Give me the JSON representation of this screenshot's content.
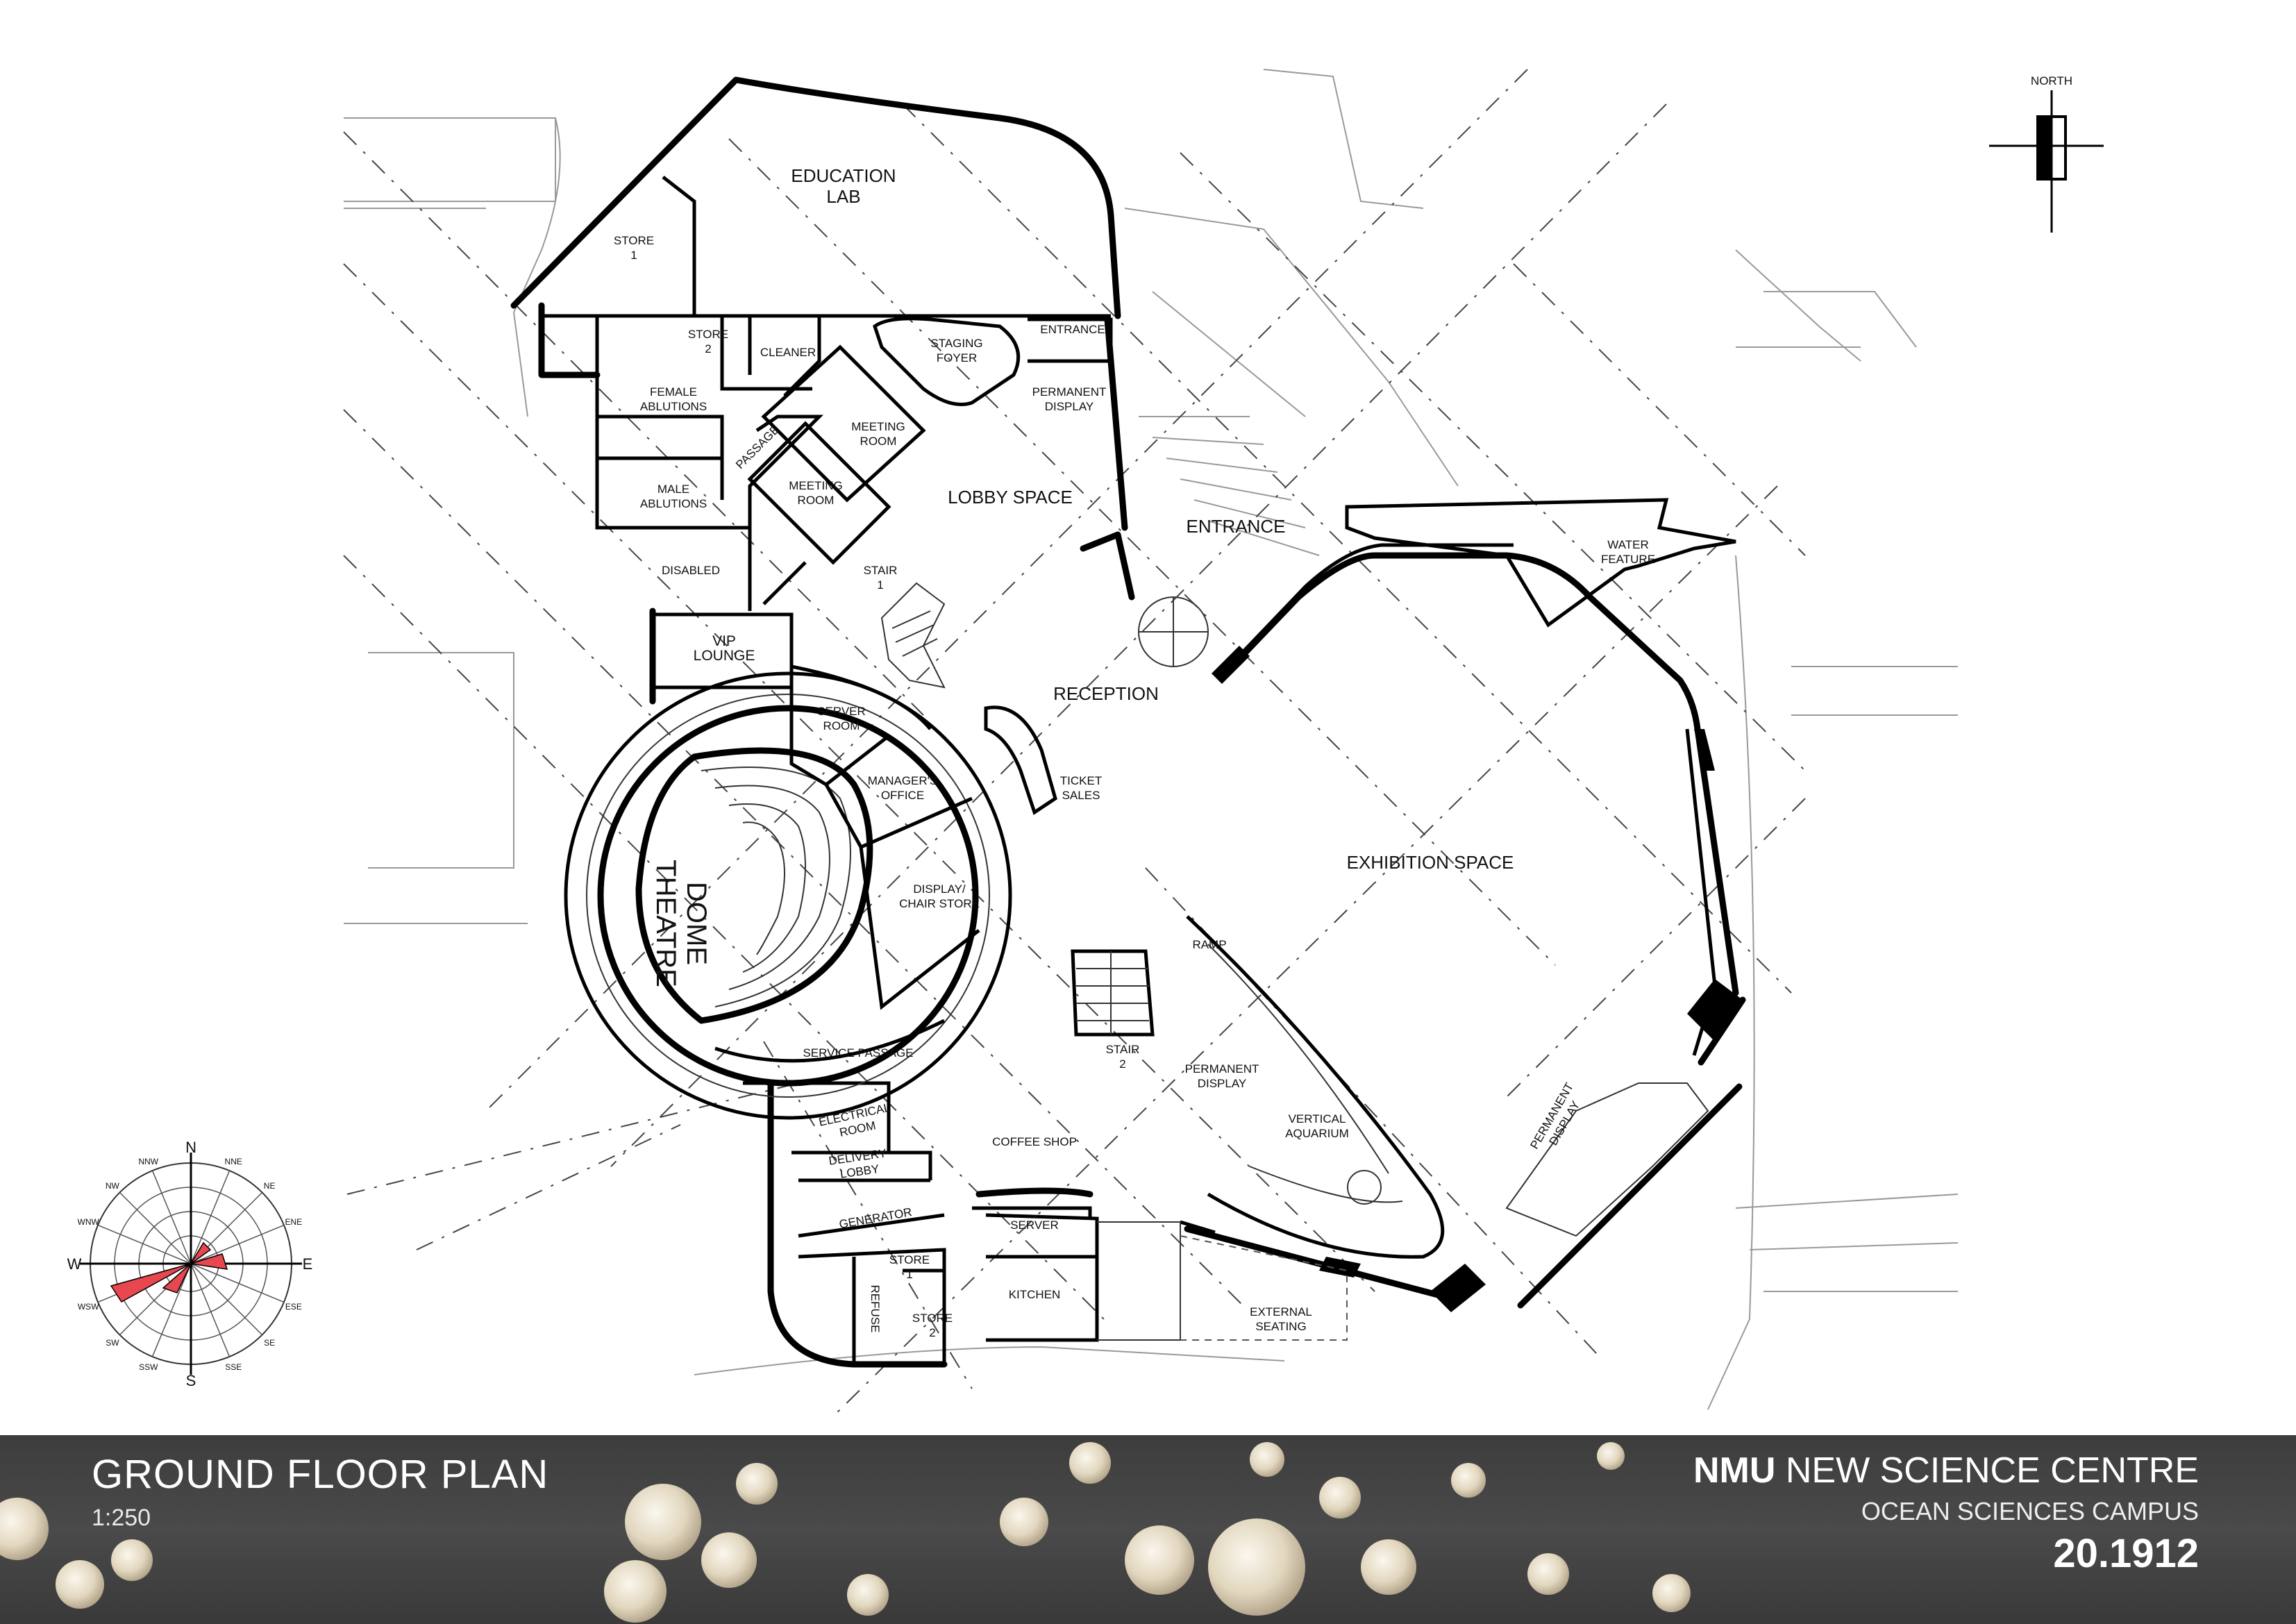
{
  "north_label": "NORTH",
  "rooms": {
    "education_lab": [
      "EDUCATION",
      "LAB"
    ],
    "store_1": [
      "STORE",
      "1"
    ],
    "store_2": [
      "STORE",
      "2"
    ],
    "cleaner": "CLEANER",
    "staging_foyer": [
      "STAGING",
      "FOYER"
    ],
    "entrance_small": "ENTRANCE",
    "permanent_display_top": [
      "PERMANENT",
      "DISPLAY"
    ],
    "female_ablutions": [
      "FEMALE",
      "ABLUTIONS"
    ],
    "male_ablutions": [
      "MALE",
      "ABLUTIONS"
    ],
    "passage": "PASSAGE",
    "meeting_room_1": [
      "MEETING",
      "ROOM"
    ],
    "meeting_room_2": [
      "MEETING",
      "ROOM"
    ],
    "lobby_space": "LOBBY SPACE",
    "entrance_main": "ENTRANCE",
    "water_feature": [
      "WATER",
      "FEATURE"
    ],
    "disabled": "DISABLED",
    "stair_1": [
      "STAIR",
      "1"
    ],
    "vip_lounge": [
      "VIP",
      "LOUNGE"
    ],
    "reception": "RECEPTION",
    "server_room": [
      "SERVER",
      "ROOM"
    ],
    "managers_office": [
      "MANAGER'S",
      "OFFICE"
    ],
    "ticket_sales": [
      "TICKET",
      "SALES"
    ],
    "display_chair_store": [
      "DISPLAY/",
      "CHAIR STORE"
    ],
    "dome_theatre": [
      "DOME",
      "THEATRE"
    ],
    "exhibition_space": "EXHIBITION SPACE",
    "ramp": "RAMP",
    "stair_2": [
      "STAIR",
      "2"
    ],
    "permanent_display_mid": [
      "PERMANENT",
      "DISPLAY"
    ],
    "vertical_aquarium": [
      "VERTICAL",
      "AQUARIUM"
    ],
    "permanent_display_right": [
      "PERMANENT",
      "DISPLAY"
    ],
    "service_passage": "SERVICE PASSAGE",
    "electrical_room": [
      "ELECTRICAL",
      "ROOM"
    ],
    "delivery_lobby": [
      "DELIVERY",
      "LOBBY"
    ],
    "coffee_shop": "COFFEE SHOP",
    "generator": "GENERATOR",
    "server_kitchen": "SERVER",
    "store_1_lower": [
      "STORE",
      "1"
    ],
    "store_2_lower": [
      "STORE",
      "2"
    ],
    "refuse": "REFUSE",
    "kitchen": "KITCHEN",
    "external_seating": [
      "EXTERNAL",
      "SEATING"
    ]
  },
  "wind_rose": {
    "directions": [
      "N",
      "NNE",
      "NE",
      "ENE",
      "E",
      "ESE",
      "SE",
      "SSE",
      "S",
      "SSW",
      "SW",
      "WSW",
      "W",
      "WNW",
      "NW",
      "NNW"
    ],
    "highlight_color": "#e8474f"
  },
  "title_block": {
    "plan_title": "GROUND FLOOR PLAN",
    "scale": "1:250",
    "client": "NMU",
    "project": "NEW SCIENCE CENTRE",
    "campus": "OCEAN SCIENCES CAMPUS",
    "drawing_number": "20.1912"
  }
}
